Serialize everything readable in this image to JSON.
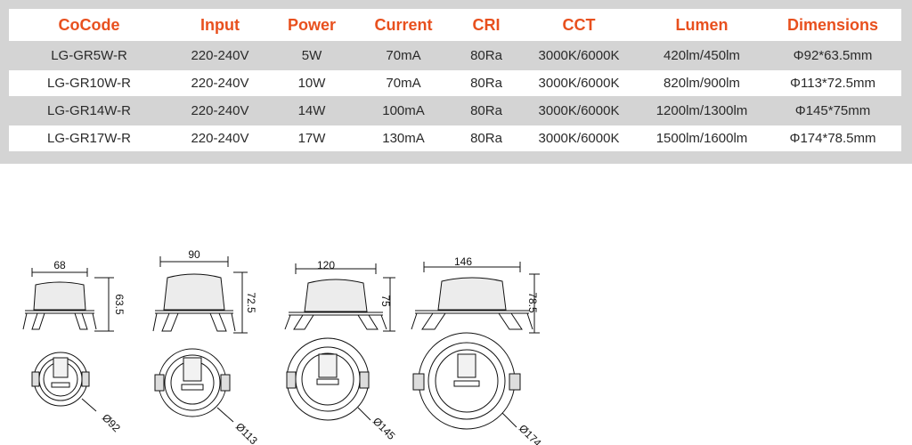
{
  "table": {
    "headers": [
      "CoCode",
      "Input",
      "Power",
      "Current",
      "CRI",
      "CCT",
      "Lumen",
      "Dimensions"
    ],
    "rows": [
      [
        "LG-GR5W-R",
        "220-240V",
        "5W",
        "70mA",
        "80Ra",
        "3000K/6000K",
        "420lm/450lm",
        "Φ92*63.5mm"
      ],
      [
        "LG-GR10W-R",
        "220-240V",
        "10W",
        "70mA",
        "80Ra",
        "3000K/6000K",
        "820lm/900lm",
        "Φ113*72.5mm"
      ],
      [
        "LG-GR14W-R",
        "220-240V",
        "14W",
        "100mA",
        "80Ra",
        "3000K/6000K",
        "1200lm/1300lm",
        "Φ145*75mm"
      ],
      [
        "LG-GR17W-R",
        "220-240V",
        "17W",
        "130mA",
        "80Ra",
        "3000K/6000K",
        "1500lm/1600lm",
        "Φ174*78.5mm"
      ]
    ]
  },
  "drawings": [
    {
      "width": "68",
      "height": "63.5",
      "diameter": "Ø92"
    },
    {
      "width": "90",
      "height": "72.5",
      "diameter": "Ø113"
    },
    {
      "width": "120",
      "height": "75",
      "diameter": "Ø145"
    },
    {
      "width": "146",
      "height": "78.5",
      "diameter": "Ø174"
    }
  ],
  "colors": {
    "header_text": "#e8501e",
    "panel_bg": "#d4d4d4",
    "row_text": "#2a2a2a"
  }
}
